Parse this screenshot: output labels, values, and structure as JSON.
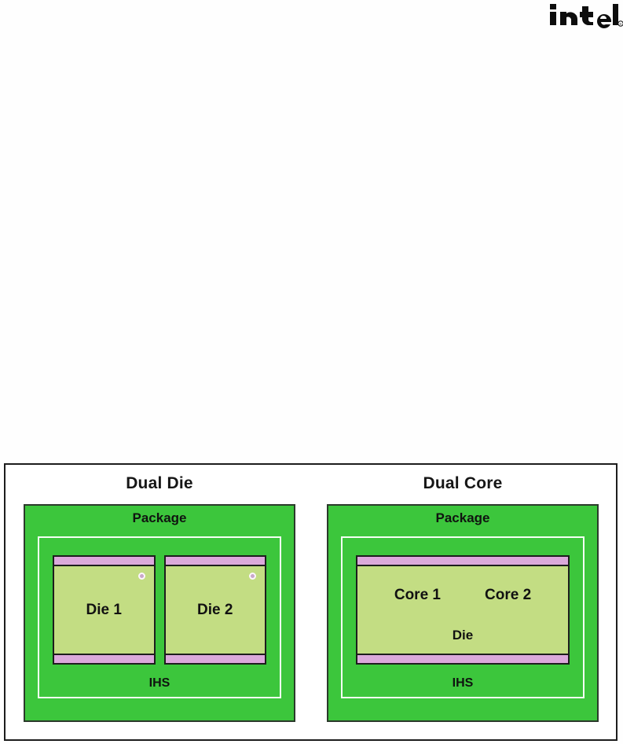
{
  "brand": {
    "name": "intel",
    "logo_icon": "intel-logo",
    "registered_mark": "®"
  },
  "figure": {
    "panels": [
      {
        "id": "dual-die",
        "title": "Dual Die",
        "package_label": "Package",
        "ihs_label": "IHS",
        "dies": [
          {
            "label": "Die 1",
            "notch_icon": "die-notch-dot"
          },
          {
            "label": "Die 2",
            "notch_icon": "die-notch-dot"
          }
        ]
      },
      {
        "id": "dual-core",
        "title": "Dual Core",
        "package_label": "Package",
        "ihs_label": "IHS",
        "die_label": "Die",
        "cores": [
          {
            "label": "Core 1"
          },
          {
            "label": "Core 2"
          }
        ]
      }
    ]
  },
  "colors": {
    "package_green": "#3cc63c",
    "die_light_green": "#c3dd83",
    "die_bar_pink": "#dba9db",
    "border_dark": "#1d1d1d",
    "ihs_outline_white": "#f4fff4",
    "frame_border": "#1d1d1d",
    "page_background": "#ffffff"
  }
}
